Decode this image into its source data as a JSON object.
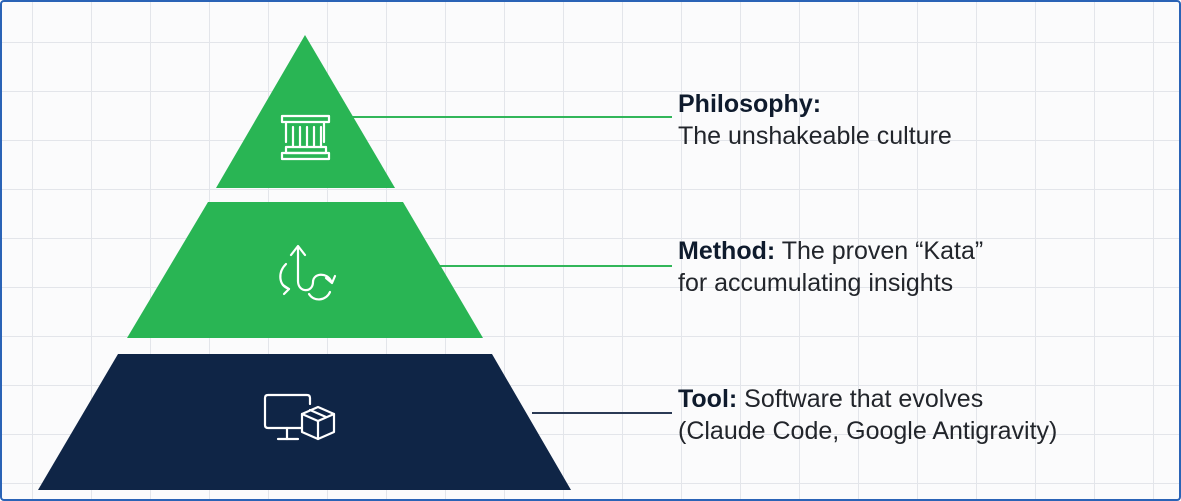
{
  "diagram": {
    "colors": {
      "green": "#29b554",
      "navy": "#0f2546",
      "connector_green": "#32b65a",
      "connector_navy": "#2b3a55",
      "icon_stroke": "#ffffff",
      "grid": "#e3e5ea",
      "border": "#2a63b6"
    },
    "levels": [
      {
        "name": "philosophy",
        "icon": "pillar-icon",
        "heading": "Philosophy:",
        "line1_rest": "",
        "line2": "The unshakeable culture"
      },
      {
        "name": "method",
        "icon": "cycle-arrows-icon",
        "heading": "Method:",
        "line1_rest": " The proven “Kata”",
        "line2": "for accumulating insights"
      },
      {
        "name": "tool",
        "icon": "computer-package-icon",
        "heading": "Tool:",
        "line1_rest": " Software that evolves",
        "line2": "(Claude Code, Google Antigravity)"
      }
    ]
  }
}
